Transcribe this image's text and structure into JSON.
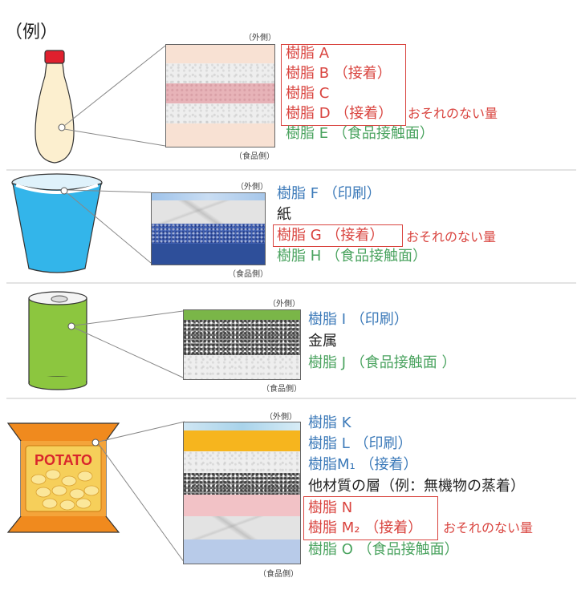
{
  "title": "（例）",
  "side_labels": {
    "outer": "（外側）",
    "food": "（食品側）"
  },
  "note": "おそれのない量",
  "potato_text": "POTATO",
  "section1": {
    "labels": [
      "樹脂 A",
      "樹脂 B （接着）",
      "樹脂 C",
      "樹脂 D （接着）",
      "樹脂 E （食品接触面）"
    ]
  },
  "section2": {
    "labels": [
      "樹脂 F （印刷）",
      "紙",
      "樹脂 G （接着）",
      "樹脂 H （食品接触面）"
    ]
  },
  "section3": {
    "labels": [
      "樹脂 I （印刷）",
      "金属",
      "樹脂 J （食品接触面 ）"
    ]
  },
  "section4": {
    "labels": [
      "樹脂 K",
      "樹脂 L （印刷）",
      "樹脂M₁ （接着）",
      "他材質の層（例：無機物の蒸着）",
      "樹脂 N",
      "樹脂 M₂ （接着）",
      "樹脂 O （食品接触面）"
    ]
  },
  "colors": {
    "red": "#d9443f",
    "blue": "#3c7ab9",
    "green": "#4aa35f",
    "black": "#222222"
  }
}
